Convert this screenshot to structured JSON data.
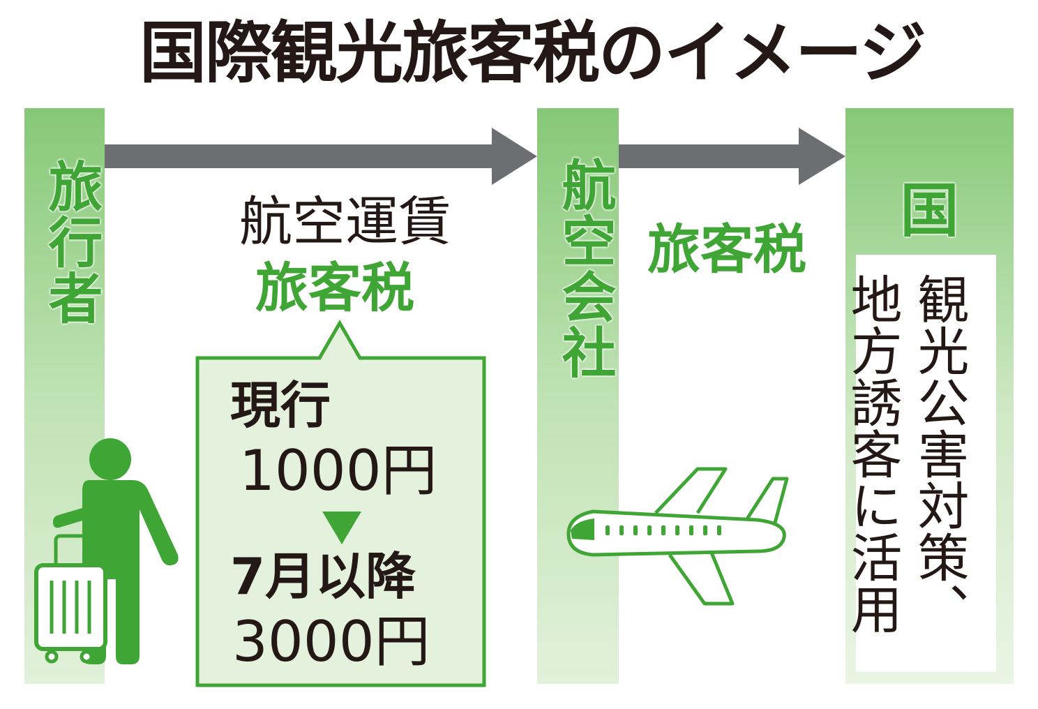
{
  "title": "国際観光旅客税のイメージ",
  "columns": {
    "traveler": "旅行者",
    "airline": "航空会社",
    "country": "国"
  },
  "flow": {
    "fare_label": "航空運賃",
    "tax_label": "旅客税",
    "airline_tax_label": "旅客税"
  },
  "bubble": {
    "current_label": "現行",
    "current_amount": "1000円",
    "after_label": "7月以降",
    "after_amount": "3000円"
  },
  "usage": "観光公害対策、\n地方誘客に活用",
  "colors": {
    "green": "#3fa535",
    "arrow": "#6d6e71",
    "bubble_fill": "#e3f1dd"
  },
  "icons": [
    "traveler-with-suitcase-icon",
    "airplane-icon",
    "down-triangle-icon"
  ]
}
